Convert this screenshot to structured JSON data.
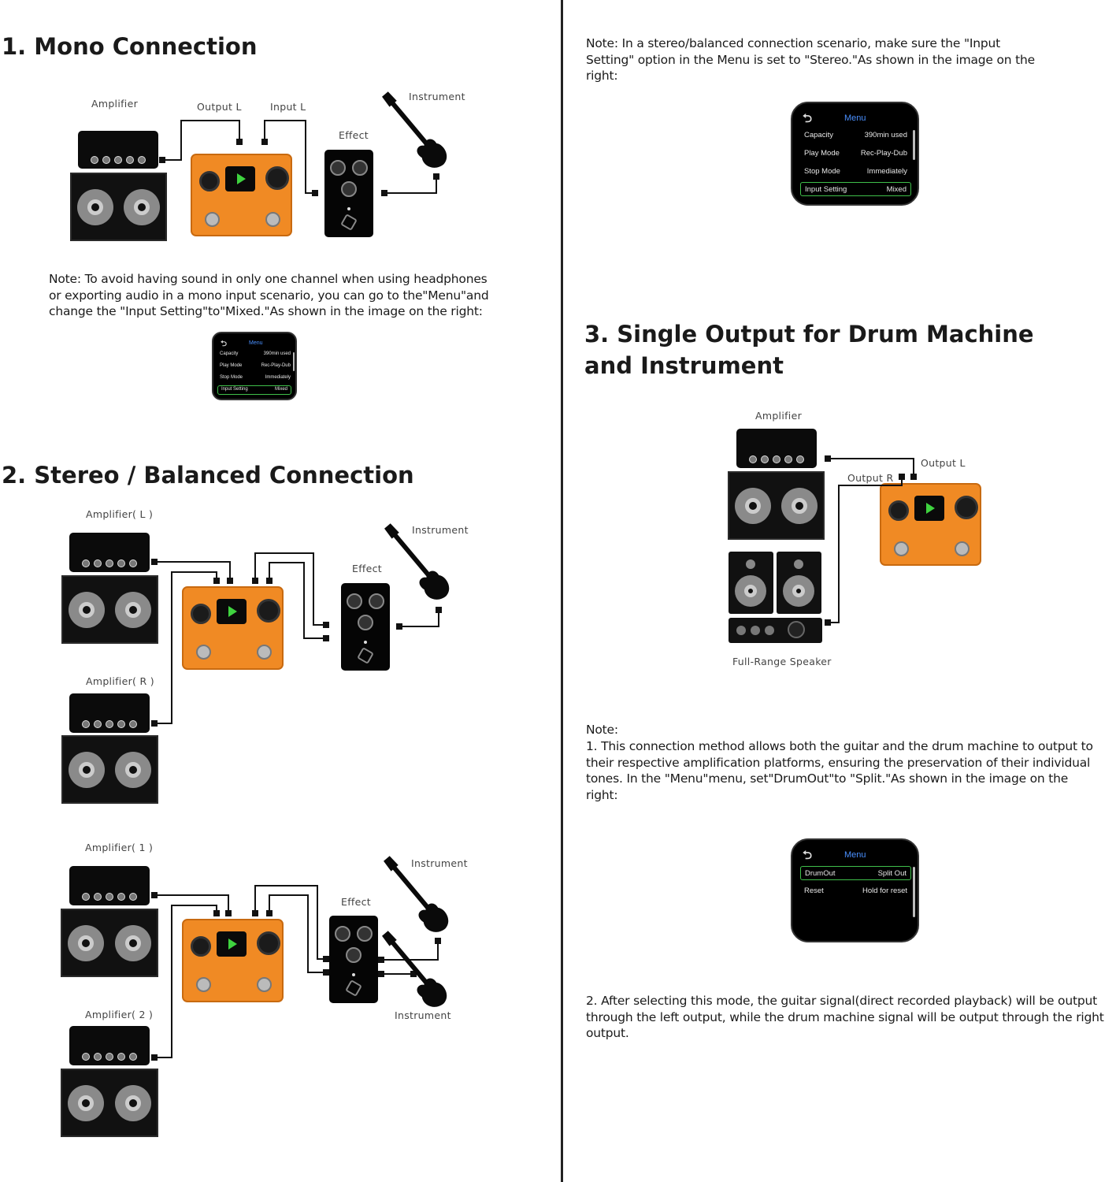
{
  "section1": {
    "title": "1. Mono Connection",
    "labels": {
      "amplifier": "Amplifier",
      "output_l": "Output L",
      "input_l": "Input L",
      "instrument": "Instrument",
      "effect": "Effect"
    },
    "note": "Note: To avoid having sound in only one channel when using headphones or exporting audio in a mono input scenario, you can go to the\"Menu\"and change the \"Input Setting\"to\"Mixed.\"As shown in the image on the right:"
  },
  "section2": {
    "title": "2. Stereo / Balanced Connection",
    "diagram_a": {
      "amp_l": "Amplifier( L )",
      "amp_r": "Amplifier( R )",
      "instrument": "Instrument",
      "effect": "Effect"
    },
    "diagram_b": {
      "amp_1": "Amplifier( 1 )",
      "amp_2": "Amplifier( 2 )",
      "instrument_top": "Instrument",
      "instrument_bottom": "Instrument",
      "effect": "Effect"
    }
  },
  "right_note_top": "Note: In a stereo/balanced connection scenario, make sure the \"Input Setting\" option in the Menu is set to \"Stereo.\"As shown in the image on the right:",
  "section3": {
    "title": "3. Single Output for Drum Machine and Instrument",
    "labels": {
      "amplifier": "Amplifier",
      "output_l": "Output L",
      "output_r": "Output R",
      "full_range": "Full-Range Speaker"
    },
    "note_heading": "Note:",
    "note_1": "1. This connection method allows both the guitar and the drum machine to output to their respective amplification platforms, ensuring the preservation of their individual tones. In the \"Menu\"menu, set\"DrumOut\"to \"Split.\"As shown in the image on the right:",
    "note_2": "2. After selecting this mode, the guitar signal(direct recorded playback) will be output through the left output, while the drum machine signal will be output through the right output."
  },
  "menu_input": {
    "back": "⮌",
    "title": "Menu",
    "rows": [
      {
        "label": "Capacity",
        "value": "390min used"
      },
      {
        "label": "Play Mode",
        "value": "Rec-Play-Dub"
      },
      {
        "label": "Stop Mode",
        "value": "Immediately"
      },
      {
        "label": "Input Setting",
        "value": "Mixed"
      }
    ]
  },
  "menu_drum": {
    "back": "⮌",
    "title": "Menu",
    "rows": [
      {
        "label": "DrumOut",
        "value": "Split Out"
      },
      {
        "label": "Reset",
        "value": "Hold for reset"
      }
    ]
  },
  "colors": {
    "pedal": "#f08a24",
    "screen_play": "#3fd33f",
    "menu_title": "#4a90ff",
    "selection": "#3fbf4a"
  }
}
